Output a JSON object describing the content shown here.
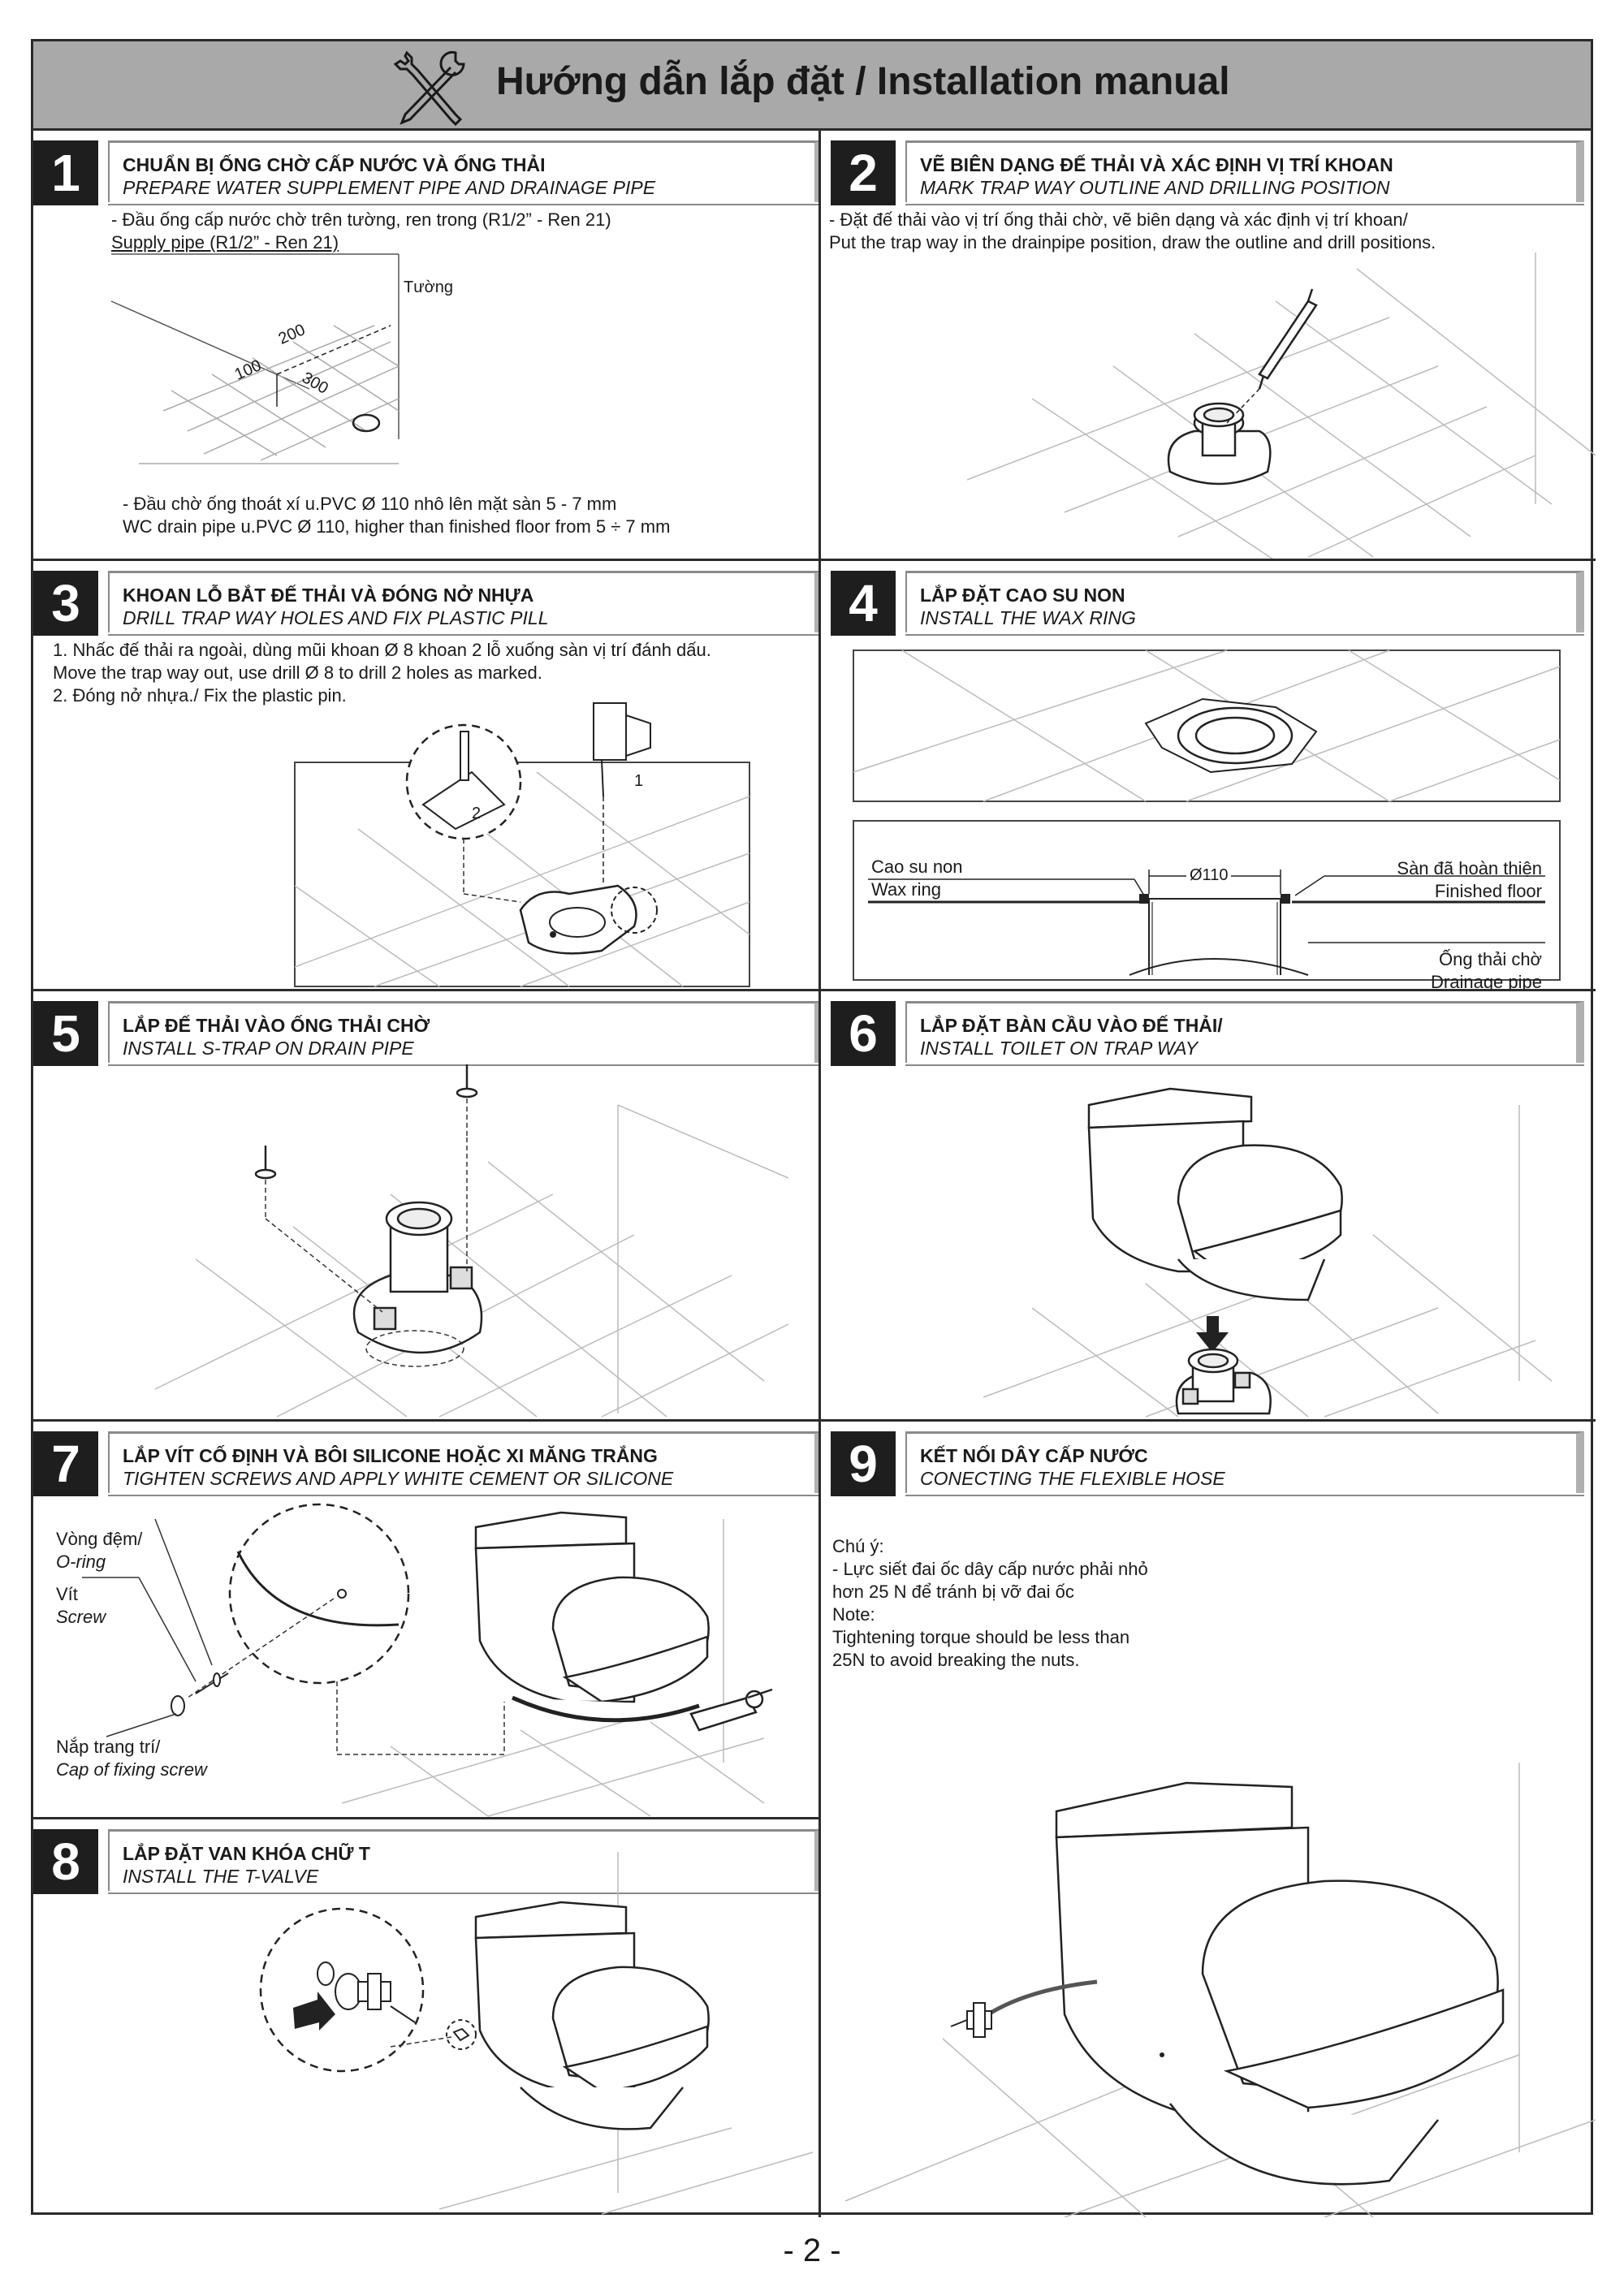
{
  "header": {
    "title": "Hướng dẫn lắp đặt / Installation manual",
    "icon": "tools-icon"
  },
  "steps": {
    "s1": {
      "number": "1",
      "title_vi": "CHUẨN BỊ ỐNG CHỜ CẤP NƯỚC VÀ ỐNG THẢI",
      "title_en": "PREPARE WATER SUPPLEMENT PIPE AND DRAINAGE PIPE",
      "line1": "- Đầu ống cấp nước chờ trên tường, ren trong (R1/2” - Ren 21)",
      "line2": "Supply pipe (R1/2” - Ren 21)",
      "wall_label": "Tường",
      "dim_200": "200",
      "dim_100": "100",
      "dim_300": "300",
      "line3": "- Đầu chờ ống thoát xí u.PVC Ø  110 nhô lên mặt sàn 5 - 7 mm",
      "line4": "WC drain pipe u.PVC Ø  110, higher than finished floor from 5 ÷ 7 mm"
    },
    "s2": {
      "number": "2",
      "title_vi": "VẼ BIÊN DẠNG ĐẾ THẢI VÀ XÁC ĐỊNH VỊ TRÍ KHOAN",
      "title_en": "MARK TRAP WAY OUTLINE AND DRILLING POSITION",
      "line1": "- Đặt đế thải vào vị trí ống thải chờ, vẽ biên dạng và xác định vị trí khoan/",
      "line2": "Put the trap way in the drainpipe position, draw the outline and drill positions."
    },
    "s3": {
      "number": "3",
      "title_vi": "KHOAN LỖ BẮT ĐẾ THẢI VÀ ĐÓNG NỞ NHỰA",
      "title_en": "DRILL TRAP WAY HOLES AND FIX PLASTIC PILL",
      "line1": "1. Nhấc đế thải ra ngoài, dùng mũi khoan Ø  8 khoan 2 lỗ xuống sàn vị trí đánh dấu.",
      "line2": "Move the trap way out, use drill Ø 8 to drill 2 holes as marked.",
      "line3": "2. Đóng nở nhựa./ Fix the plastic pin.",
      "callout1": "1",
      "callout2": "2"
    },
    "s4": {
      "number": "4",
      "title_vi": "LẮP ĐẶT CAO SU NON",
      "title_en": "INSTALL THE WAX RING",
      "wax_vi": "Cao su non",
      "wax_en": "Wax ring",
      "diameter": "Ø110",
      "floor_vi": "Sàn đã hoàn thiện",
      "floor_en": "Finished floor",
      "pipe_vi": "Ống thải chờ",
      "pipe_en": "Drainage pipe"
    },
    "s5": {
      "number": "5",
      "title_vi": "LẮP ĐẾ THẢI VÀO ỐNG THẢI CHỜ",
      "title_en": "INSTALL S-TRAP ON DRAIN PIPE"
    },
    "s6": {
      "number": "6",
      "title_vi": "LẮP ĐẶT BÀN CẦU VÀO ĐẾ THẢI/",
      "title_en": "INSTALL TOILET ON TRAP WAY"
    },
    "s7": {
      "number": "7",
      "title_vi": "LẮP VÍT CỐ ĐỊNH VÀ BÔI SILICONE HOẶC XI MĂNG TRẮNG",
      "title_en": "TIGHTEN SCREWS AND APPLY WHITE CEMENT OR SILICONE",
      "oring_vi": "Vòng đệm/",
      "oring_en": "O-ring",
      "screw_vi": "Vít",
      "screw_en": "Screw",
      "cap_vi": "Nắp trang trí/",
      "cap_en": "Cap of fixing screw"
    },
    "s8": {
      "number": "8",
      "title_vi": "LẮP ĐẶT VAN KHÓA CHỮ T",
      "title_en": "INSTALL THE T-VALVE"
    },
    "s9": {
      "number": "9",
      "title_vi": "KẾT NỐI DÂY CẤP NƯỚC",
      "title_en": "CONECTING THE FLEXIBLE HOSE",
      "note1": "Chú ý:",
      "note2": "- Lực siết đai ốc dây cấp nước phải nhỏ",
      "note3": "hơn 25 N để tránh bị vỡ đai ốc",
      "note4": "Note:",
      "note5": "Tightening  torque  should  be  less  than",
      "note6": "25N to avoid breaking the nuts."
    }
  },
  "footer": {
    "page": "- 2 -"
  }
}
